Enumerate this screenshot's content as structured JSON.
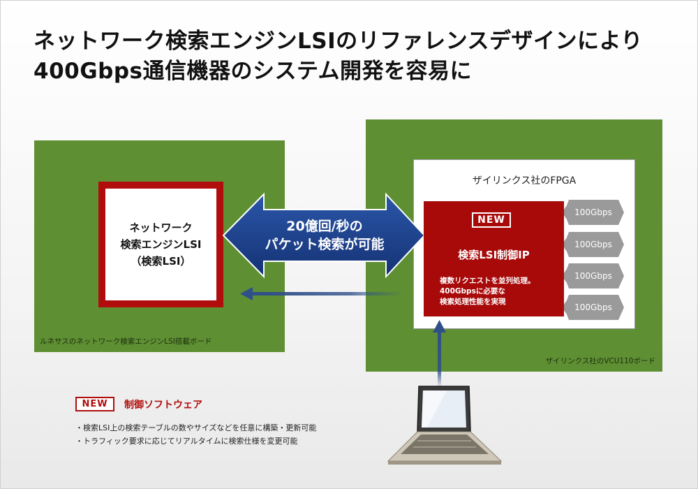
{
  "title": {
    "line1": "ネットワーク検索エンジンLSIのリファレンスデザインにより",
    "line2": "400Gbps通信機器のシステム開発を容易に"
  },
  "left_board": {
    "label": "ルネサスのネットワーク検索エンジンLSI搭載ボード",
    "lsi_lines": [
      "ネットワーク",
      "検索エンジンLSI",
      "（検索LSI）"
    ]
  },
  "arrow": {
    "lines": [
      "20億回/秒の",
      "パケット検索が可能"
    ]
  },
  "right_board": {
    "label": "ザイリンクス社のVCU110ボード",
    "fpga_title": "ザイリンクス社のFPGA",
    "ip": {
      "badge": "NEW",
      "title": "検索LSI制御IP",
      "desc": [
        "複数リクエストを並列処理。",
        "400Gbpsに必要な",
        "検索処理性能を実現"
      ]
    },
    "ports": [
      "100Gbps",
      "100Gbps",
      "100Gbps",
      "100Gbps"
    ]
  },
  "software": {
    "badge": "NEW",
    "title": "制御ソフトウェア",
    "bullets": [
      "・検索LSI上の検索テーブルの数やサイズなどを任意に構築・更新可能",
      "・トラフィック要求に応じてリアルタイムに検索仕様を変更可能"
    ]
  },
  "colors": {
    "board_green": "#5e8f33",
    "lsi_red": "#b10d0d",
    "arrow_blue": "#1b3f8c",
    "port_gray": "#9a9a9a"
  }
}
